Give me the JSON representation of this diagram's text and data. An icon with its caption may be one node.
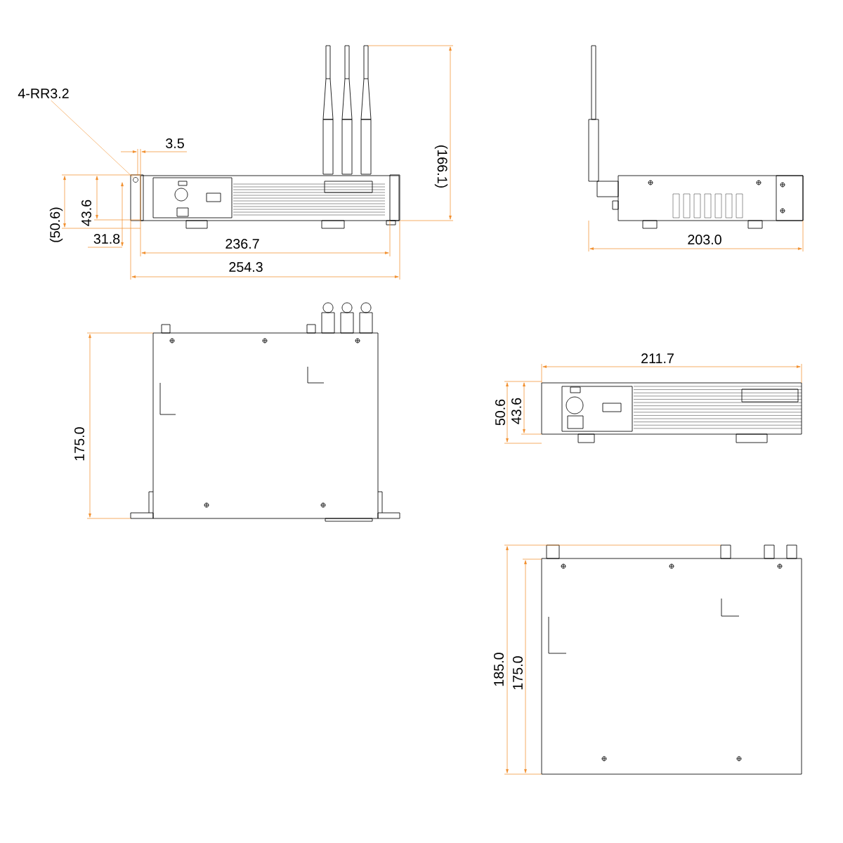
{
  "diagram": {
    "nodes": [
      {
        "text": [
          "4-RR3.2"
        ]
      },
      {
        "text": [],
        "shape": "circle"
      }
    ],
    "edges": [
      {
        "from": 0,
        "to": 1,
        "arrow": "none"
      }
    ],
    "labels": [
      "3.5",
      "(166.1)",
      "43.6",
      "(50.6)",
      "31.8",
      "236.7",
      "254.3",
      "203.0",
      "175.0",
      "211.7",
      "50.6",
      "43.6",
      "185.0",
      "175.0"
    ]
  }
}
